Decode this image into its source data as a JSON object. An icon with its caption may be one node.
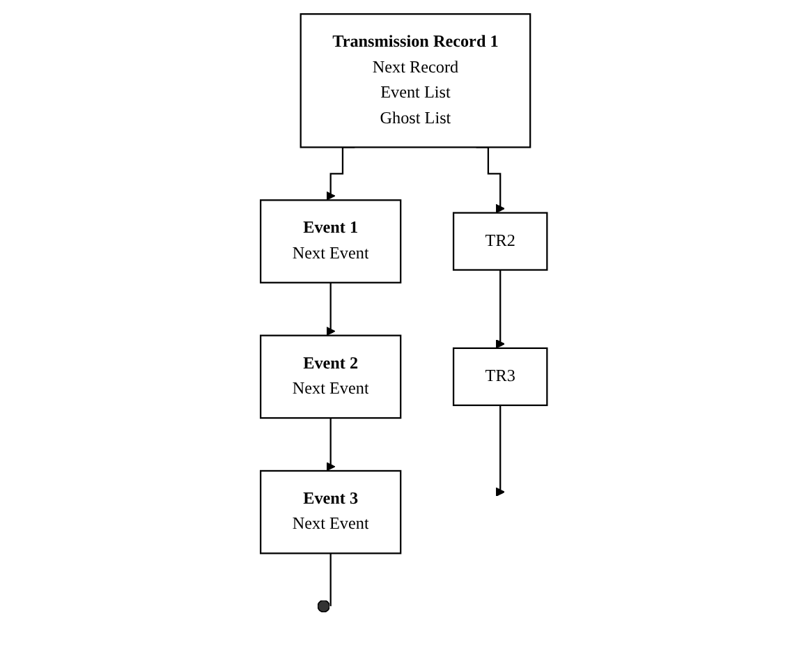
{
  "diagram": {
    "nodes": [
      {
        "text": [
          "Transmission Record 1",
          "Next Record",
          "Event List",
          "Ghost List"
        ]
      },
      {
        "text": [
          "Event 1",
          "Next Event"
        ]
      },
      {
        "text": [
          "Event 2",
          "Next Event"
        ]
      },
      {
        "text": [
          "Event 3",
          "Next Event"
        ]
      },
      {
        "text": [
          "TR2"
        ]
      },
      {
        "text": [
          "TR3"
        ]
      }
    ],
    "edges": [
      {
        "from": 0,
        "to": 1,
        "arrow": "to"
      },
      {
        "from": 0,
        "to": 4,
        "arrow": "to"
      },
      {
        "from": 4,
        "to": 5,
        "arrow": "to"
      },
      {
        "from": 5,
        "to": null,
        "arrow": "to"
      },
      {
        "from": 1,
        "to": 2,
        "arrow": "to"
      },
      {
        "from": 2,
        "to": 3,
        "arrow": "to"
      },
      {
        "from": 3,
        "to": null,
        "arrow": "other"
      }
    ]
  }
}
